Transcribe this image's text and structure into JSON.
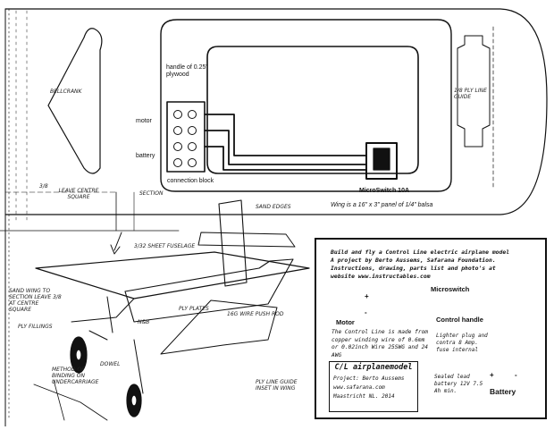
{
  "plan": {
    "bellcrank_label": "BELLCRANK",
    "leave_centre_label": "LEAVE CENTRE SQUARE",
    "section_label": "SECTION",
    "handle_label": "handle of 0.25\" plywood",
    "motor_label": "motor",
    "battery_label": "battery",
    "connection_block_label": "connection block",
    "microswitch_label": "MicroSwitch 10A",
    "wing_note": "Wing is a 16\" x 3\" panel of 1/4\" balsa",
    "fraction_label": "3/8",
    "ply_guide_label": "1/8 PLY LINE GUIDE"
  },
  "sketch": {
    "sand_edges": "SAND EDGES",
    "sheet_fuselage": "3/32 SHEET FUSELAGE",
    "sand_wing_note": "SAND WING TO SECTION LEAVE 3/8 AT CENTRE SQUARE",
    "ply_fillings": "PLY FILLINGS",
    "ply_plates": "PLY PLATES",
    "push_rod": "16G WIRE PUSH ROD",
    "nut_label": "N&B",
    "dowel_label": "DOWEL",
    "binding_note": "METHOD OF BINDING ON UNDERCARRIAGE",
    "line_guide_note": "PLY LINE GUIDE INSET IN WING"
  },
  "info": {
    "heading": "Build and fly a Control Line electric airplane model",
    "line2": "A project by Berto Aussems, Safarana Foundation.",
    "line3": "Instructions, drawing, parts list and photo's at",
    "line4": "website www.instructables.com",
    "microswitch": "Microswitch",
    "motor": "Motor",
    "control_handle": "Control handle",
    "lighter_plug": "Lighter plug and contra 8 Amp. fuse internal",
    "control_line_note": "The Control Line is made from copper winding wire of 0.6mm or 0.02inch Wire 25SWG and 24 AWG",
    "sealed_lead": "Sealed lead battery 12V 7.5 Ah min.",
    "battery": "Battery",
    "plus": "+",
    "minus": "-",
    "plus_terminal": "+",
    "minus_terminal": "-"
  },
  "plate": {
    "title": "C/L airplanemodel",
    "project": "Project: Berto Aussems",
    "website": "www.safarana.com",
    "place": "Maastricht NL. 2014"
  }
}
